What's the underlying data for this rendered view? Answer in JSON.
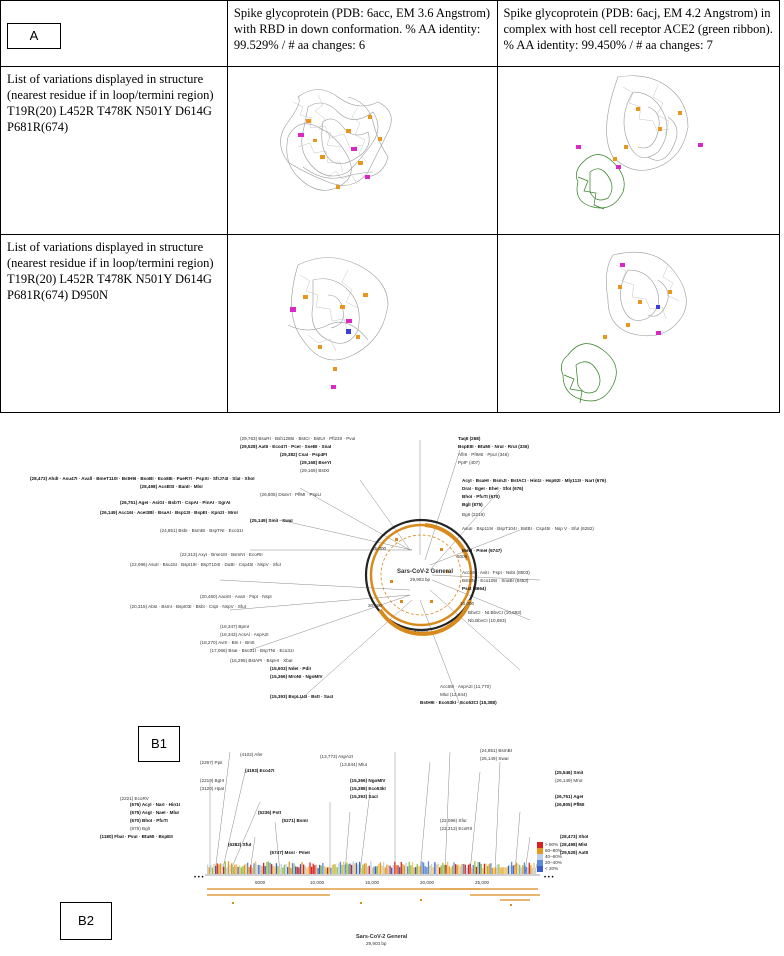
{
  "panelA": {
    "label": "A",
    "header_col2": "Spike glycoprotein (PDB: 6acc, EM 3.6 Angstrom) with RBD in down conformation. % AA identity: 99.529% / # aa changes: 6",
    "header_col3": "Spike glycoprotein (PDB: 6acj, EM 4.2 Angstrom) in complex with host cell receptor ACE2 (green ribbon). % AA identity: 99.450% / # aa changes: 7",
    "rows": [
      {
        "text": "List of variations displayed in structure (nearest residue if in loop/termini region) T19R(20) L452R T478K N501Y D614G P681R(674)"
      },
      {
        "text": "List of variations displayed in structure (nearest residue if in loop/termini region) T19R(20) L452R T478K N501Y D614G P681R(674) D950N"
      }
    ]
  },
  "panelB1": {
    "label": "B1",
    "map_title": "Sars-CoV-2 General",
    "map_length": "29,903 bp",
    "ring_ticks": [
      "5000",
      "10,000",
      "15,000",
      "20,000",
      "25,000"
    ],
    "enzymes_left": [
      "(28,473)  AhdI · Asu47I · Avall · BmeT110I · BstH9I · BsoBI · Eco88I · PaeR7I · PspXI · SfrJ74I · SlaI · XhoI",
      "(28,498)  AcsBSI · BanII · MlsI",
      "(26,805)  DsaVI · PflMI · PspLI",
      "(26,751)  AgeI · AsiGI · BsbTI · CspAI · PinAI · SgrAI",
      "(26,149)  Acc16I · AceI3Bl · BsaAI · Bsp13I · BspEI · Kpn2I · MroI",
      "(25,149)  SmiI · SwaI",
      "(24,851)  BsbI · BsmBI · BspTNI · Eco31I",
      "(22,313)  AxyI · Bme18I · BsmNI · EcoRII",
      "(22,096)  AsuII · Bsu15I · BspI19I · BspT104I · DuBI · Csp45I · NspV · SfuI",
      "(20,460)  Aaci6I · AvaII · FspI · NspI",
      "(20,315)  AbsI · BsmI · BspI03I · BsbI · CspI · NspV · SfuI",
      "(18,347)  BpmI",
      "(18,343)  AcsAl · AspA2I",
      "(18,270)  AvrII · BIn I · BmtI",
      "(17,066)  BsaI · Bso31I · BspTNI · Eco31I",
      "(16,295)  BstAPI · BspHI · XbaI",
      "(15,603)  NdeI · PdiI",
      "(15,366)  MroNI · NgoMIV",
      "(15,393)  BspLU4I · BstI · SacI"
    ],
    "enzymes_top": [
      "(29,763)  BsuRI · Bsh1285I · BstCI · BstUI · Pfl23II · PvuI",
      "(29,528)  AatII · Eco47I · PceI · SseBI · SnaI",
      "(29,382)  CsaI · Psp4FI",
      "(29,168)  BseYI",
      "(29,169)  BstXI",
      "TaqII (268)",
      "BspEIII · BtuMI · NruI · RruI (336)",
      "AflIII · PfIMII · PpuI (346)",
      "PpIF (407)"
    ],
    "enzymes_right": [
      "AcyI · BsaHI · BsmJI · BstACI · Hin1I · Hsp92I · Mly113I · NarI (676)",
      "DraI · EgeI · EheI · SfoI (676)",
      "BhoI · PfuTI (670)",
      "BglI (875)",
      "BgII (2219)",
      "AsuII · Bsp119I · BspT104I · BstBI · Csp45I · Nsp V · SfuI (6282)",
      "MssI · PmeI (6747)",
      "Acc16I · AviII · FspI · NsbI (8503)",
      "BstSNI · Eco105I · SnaBI (8453)",
      "PscI (8664)",
      "BbvCI · Nt.BbvCI (10,693)",
      "Nb.BbvCI (10,693)",
      "Acc65I · AspA2I (11,770)",
      "MluI (13,844)",
      "BstH9I · Eco53kI · Eco53CI (15,388)"
    ]
  },
  "panelB2": {
    "label": "B2",
    "map_title": "Sars-CoV-2 General",
    "map_length": "29,903 bp",
    "axis_ticks": [
      "5000",
      "10,000",
      "15,000",
      "20,000",
      "25,000"
    ],
    "legend": [
      "> 80%",
      "60–80%",
      "40–60%",
      "20–40%",
      "< 20%"
    ],
    "enzymes_left": [
      "(1180) FbaI · PvuI · BtuMI · BspEII",
      "(2221) EcoRV",
      "(2267) PpiI",
      "(2219) BgIII",
      "(3120) HpaI",
      "(676) AcyI · NarI · Hin1I",
      "(675) AsgI · NaeI · MluI",
      "(670) BhoI · PfuTI",
      "(875) BglI",
      "(4102) AfeI",
      "(4193) Eco47I",
      "(5236) PstI",
      "(5271) BsmI",
      "(6282) SfuI",
      "(6747) MssI · PmeI"
    ],
    "enzymes_right": [
      "(13,773) AspA2I",
      "(13,844) MluI",
      "(15,366) NgoMIV",
      "(15,388) Eco53kI",
      "(15,393) SacI",
      "(22,096) SfuI",
      "(22,313) EcoRII",
      "(24,851) BsmBI",
      "(25,149) SwaI",
      "(25,546) SmiI",
      "(26,149) MroI",
      "(26,751) AgeI",
      "(26,805) PflMI",
      "(28,473) XhoI",
      "(28,498) MlsI",
      "(29,528) AatII"
    ]
  },
  "colors": {
    "ribbon_gray": "#b5b5b5",
    "orange_marker": "#e8961e",
    "magenta_marker": "#d629c8",
    "blue_marker": "#3a3fd9",
    "ace2_green": "#2f7d1f",
    "map_orange": "#d98a1c"
  }
}
